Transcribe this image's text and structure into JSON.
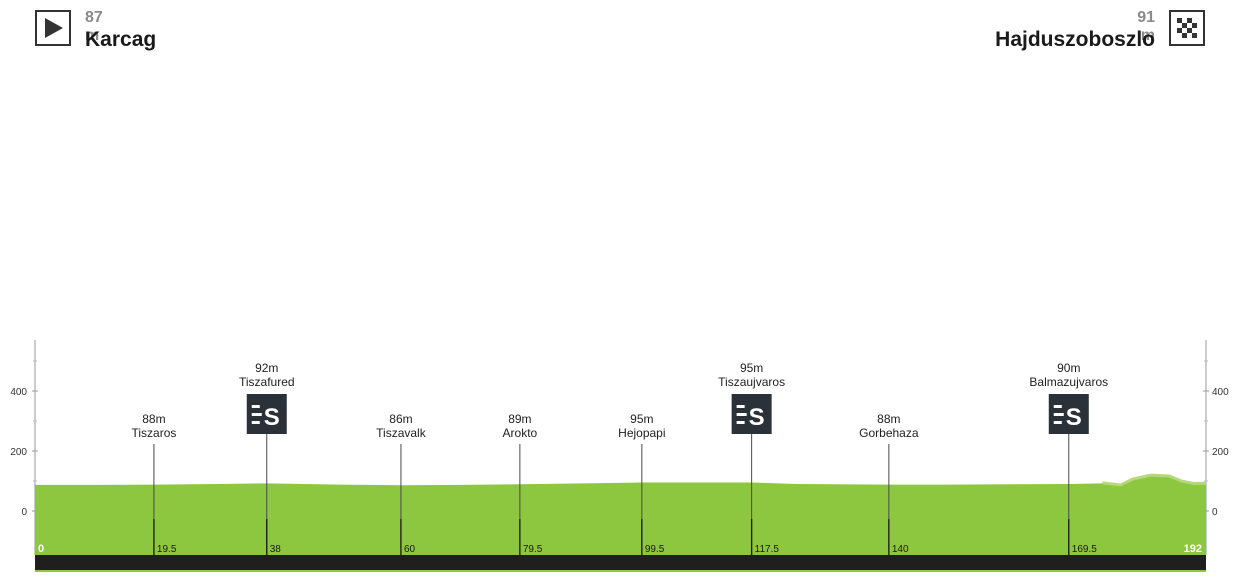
{
  "start": {
    "altitude": "87 m",
    "town": "Karcag",
    "icon": "play-triangle-icon"
  },
  "finish": {
    "altitude": "91 m",
    "town": "Hajduszoboszlo",
    "icon": "checkered-flag-icon"
  },
  "chart_data": {
    "type": "area",
    "x_range": [
      0,
      192
    ],
    "y_range": [
      -100,
      570
    ],
    "y_ticks": [
      0,
      200,
      400
    ],
    "grid": false,
    "fill_color": "#8dc63f",
    "fill_color_light": "#b5d97a",
    "profile": {
      "x": [
        0,
        10,
        19.5,
        30,
        38,
        50,
        60,
        70,
        79.5,
        90,
        99.5,
        110,
        117.5,
        125,
        140,
        150,
        160,
        169.5,
        175,
        178,
        180,
        183,
        186,
        188,
        190,
        192
      ],
      "y": [
        87,
        87,
        88,
        90,
        92,
        88,
        86,
        87,
        89,
        92,
        95,
        95,
        95,
        90,
        88,
        88,
        89,
        90,
        92,
        85,
        105,
        118,
        115,
        98,
        90,
        91
      ]
    },
    "points": [
      {
        "km": "19.5",
        "x": 19.5,
        "altitude": "88m",
        "name": "Tiszaros",
        "sprint": false
      },
      {
        "km": "38",
        "x": 38,
        "altitude": "92m",
        "name": "Tiszafured",
        "sprint": true
      },
      {
        "km": "60",
        "x": 60,
        "altitude": "86m",
        "name": "Tiszavalk",
        "sprint": false
      },
      {
        "km": "79.5",
        "x": 79.5,
        "altitude": "89m",
        "name": "Arokto",
        "sprint": false
      },
      {
        "km": "99.5",
        "x": 99.5,
        "altitude": "95m",
        "name": "Hejopapi",
        "sprint": false
      },
      {
        "km": "117.5",
        "x": 117.5,
        "altitude": "95m",
        "name": "Tiszaujvaros",
        "sprint": true
      },
      {
        "km": "140",
        "x": 140,
        "altitude": "88m",
        "name": "Gorbehaza",
        "sprint": false
      },
      {
        "km": "169.5",
        "x": 169.5,
        "altitude": "90m",
        "name": "Balmazujvaros",
        "sprint": true
      }
    ],
    "start_km": "0",
    "end_km": "192",
    "sprint_symbol": "S"
  }
}
